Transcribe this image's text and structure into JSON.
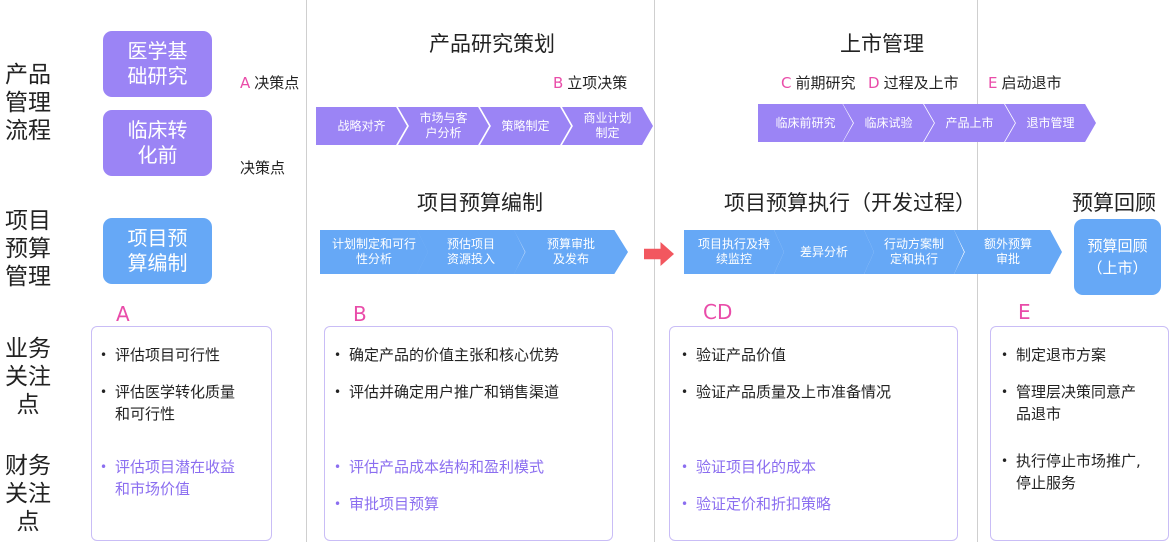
{
  "rows": {
    "product": "产品\n管理\n流程",
    "budget": "项目\n预算\n管理",
    "business": "业务\n关注\n点",
    "finance": "财务\n关注\n点"
  },
  "stage_boxes": {
    "med_research": "医学基\n础研究",
    "clinical_trans": "临床转\n化前",
    "budget_prep": "项目预\n算编制",
    "budget_review": "预算回顾\n（上市）"
  },
  "section_titles": {
    "product_planning": "产品研究策划",
    "market_mgmt": "上市管理",
    "budget_prep": "项目预算编制",
    "budget_exec": "项目预算执行（开发过程）",
    "budget_review": "预算回顾"
  },
  "decisions": {
    "a_letter": "A",
    "a_text": "决策点",
    "plain": "决策点",
    "b_letter": "B",
    "b_text": "立项决策",
    "c_letter": "C",
    "c_text": "前期研究",
    "d_letter": "D",
    "d_text": "过程及上市",
    "e_letter": "E",
    "e_text": "启动退市"
  },
  "product_flow": [
    "战略对齐",
    "市场与客\n户分析",
    "策略制定",
    "商业计划\n制定"
  ],
  "market_flow": [
    "临床前研究",
    "临床试验",
    "产品上市",
    "退市管理"
  ],
  "budget_flow": [
    "计划制定和可行\n性分析",
    "预估项目\n资源投入",
    "预算审批\n及发布"
  ],
  "exec_flow": [
    "项目执行及持\n续监控",
    "差异分析",
    "行动方案制\n定和执行",
    "额外预算\n审批"
  ],
  "panels": {
    "a": {
      "letter": "A",
      "business": [
        "评估项目可行性",
        "评估医学转化质量\n和可行性"
      ],
      "finance": [
        "评估项目潜在收益\n和市场价值"
      ]
    },
    "b": {
      "letter": "B",
      "business": [
        "确定产品的价值主张和核心优势",
        "评估并确定用户推广和销售渠道"
      ],
      "finance": [
        "评估产品成本结构和盈利模式",
        "审批项目预算"
      ]
    },
    "cd": {
      "letter": "CD",
      "business": [
        "验证产品价值",
        "验证产品质量及上市准备情况"
      ],
      "finance": [
        "验证项目化的成本",
        "验证定价和折扣策略"
      ]
    },
    "e": {
      "letter": "E",
      "business": [
        "制定退市方案",
        "管理层决策同意产\n品退市",
        "执行停止市场推广,\n停止服务"
      ]
    }
  },
  "colors": {
    "purple": "#9b84f5",
    "blue": "#66a8f6",
    "pink": "#e94ca9",
    "red_arrow": "#f2575f"
  }
}
